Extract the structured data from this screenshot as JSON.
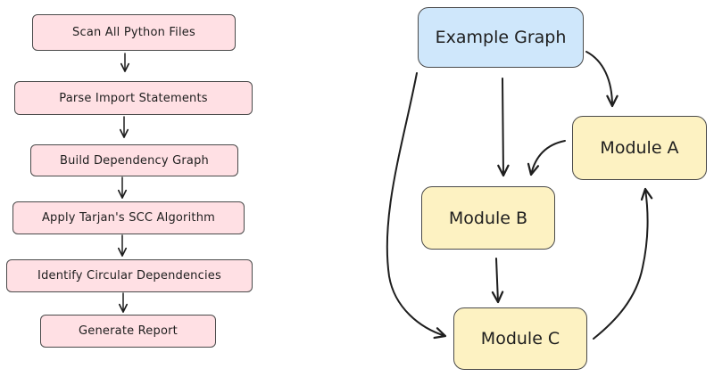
{
  "colors": {
    "step_fill": "#ffe0e4",
    "title_fill": "#cfe7fb",
    "module_fill": "#fdf2c2",
    "stroke": "#1e1e1e"
  },
  "pipeline": {
    "steps": [
      "Scan All Python Files",
      "Parse Import Statements",
      "Build Dependency Graph",
      "Apply Tarjan's SCC Algorithm",
      "Identify Circular Dependencies",
      "Generate Report"
    ]
  },
  "example_graph": {
    "title": "Example Graph",
    "modules": {
      "a": "Module A",
      "b": "Module B",
      "c": "Module C"
    },
    "edges": [
      {
        "from": "Example Graph",
        "to": "Module B"
      },
      {
        "from": "Example Graph",
        "to": "Module A"
      },
      {
        "from": "Example Graph",
        "to": "Module C"
      },
      {
        "from": "Module A",
        "to": "Module B"
      },
      {
        "from": "Module B",
        "to": "Module C"
      },
      {
        "from": "Module C",
        "to": "Module A"
      }
    ]
  }
}
